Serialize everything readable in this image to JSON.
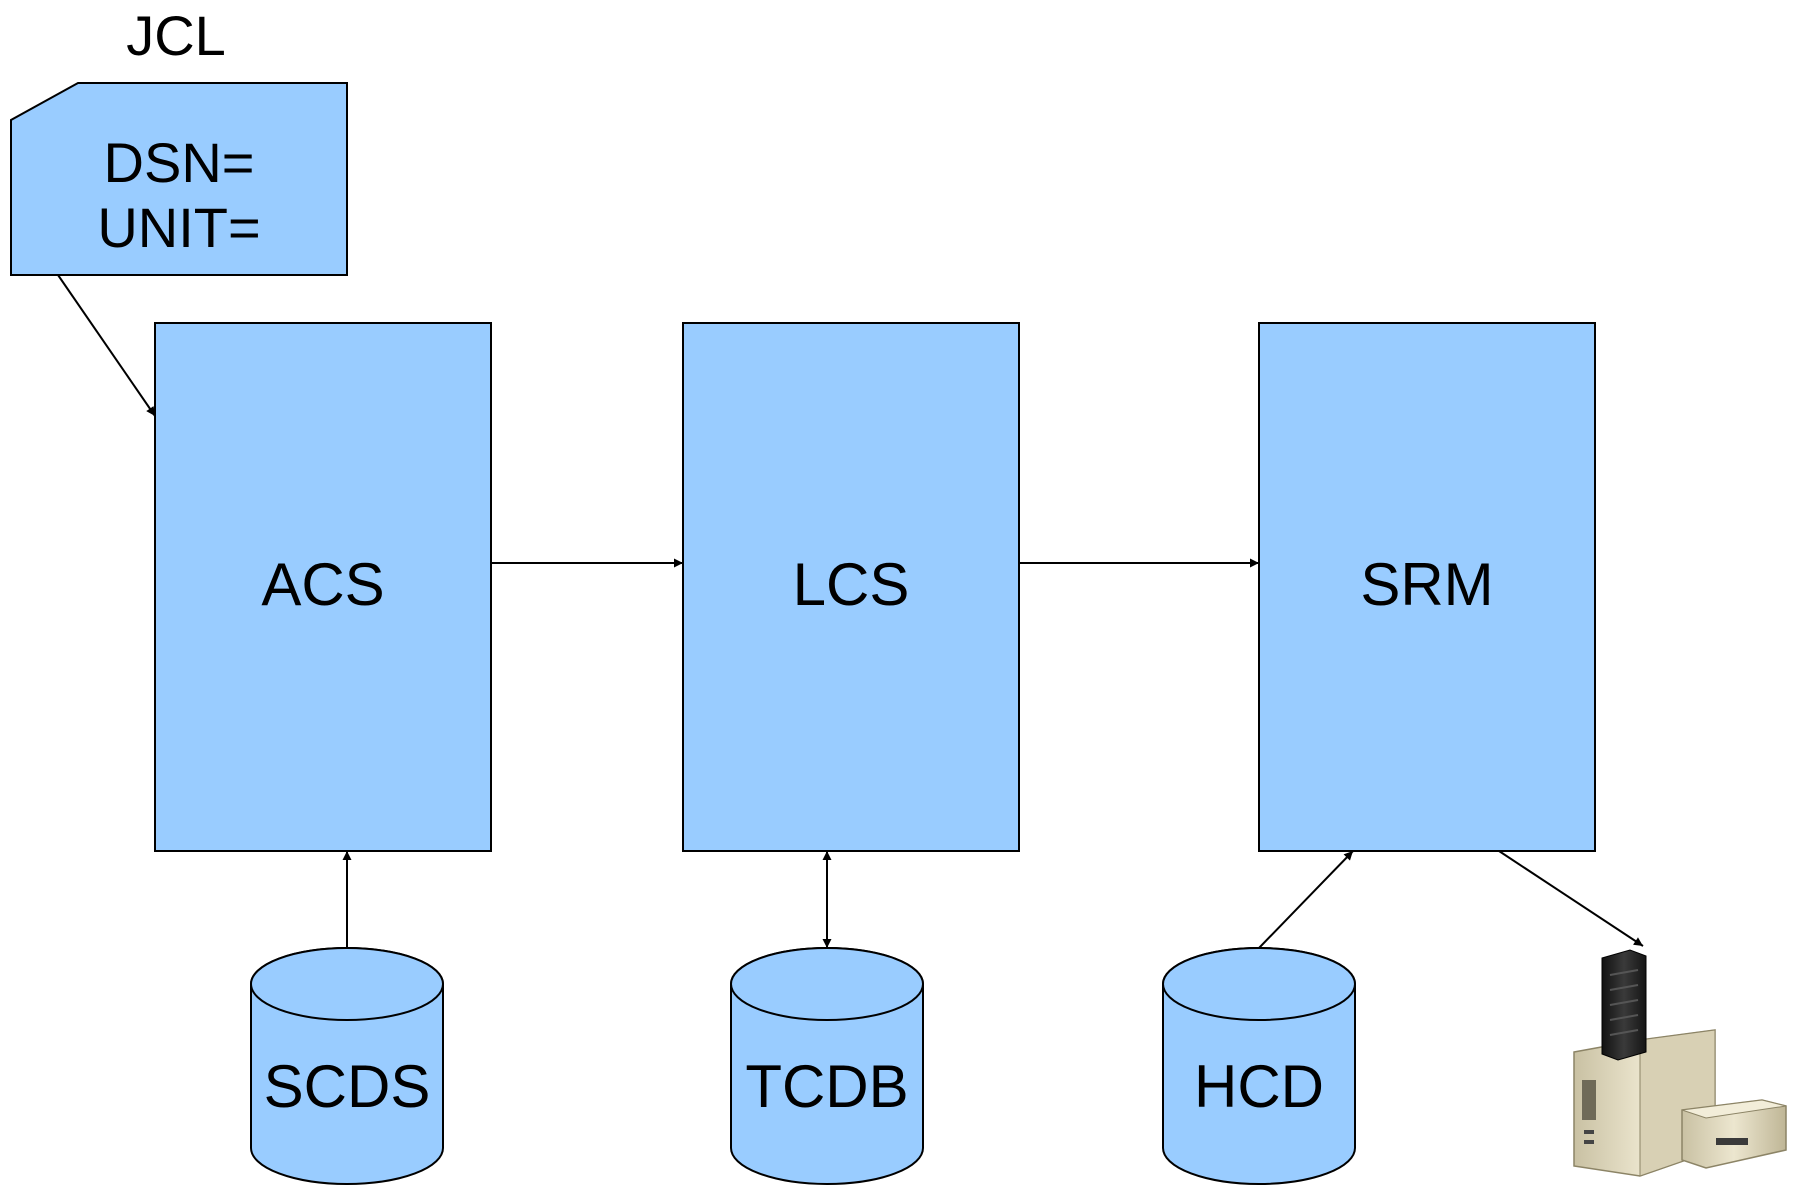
{
  "colors": {
    "box_fill": "#99ccff",
    "stroke": "#000000",
    "background": "#ffffff"
  },
  "jcl": {
    "title": "JCL",
    "line1": "DSN=",
    "line2": "UNIT="
  },
  "processes": [
    {
      "id": "acs",
      "label": "ACS"
    },
    {
      "id": "lcs",
      "label": "LCS"
    },
    {
      "id": "srm",
      "label": "SRM"
    }
  ],
  "datastores": [
    {
      "id": "scds",
      "label": "SCDS"
    },
    {
      "id": "tcdb",
      "label": "TCDB"
    },
    {
      "id": "hcd",
      "label": "HCD"
    }
  ],
  "device": {
    "icon": "tape-library-icon"
  }
}
